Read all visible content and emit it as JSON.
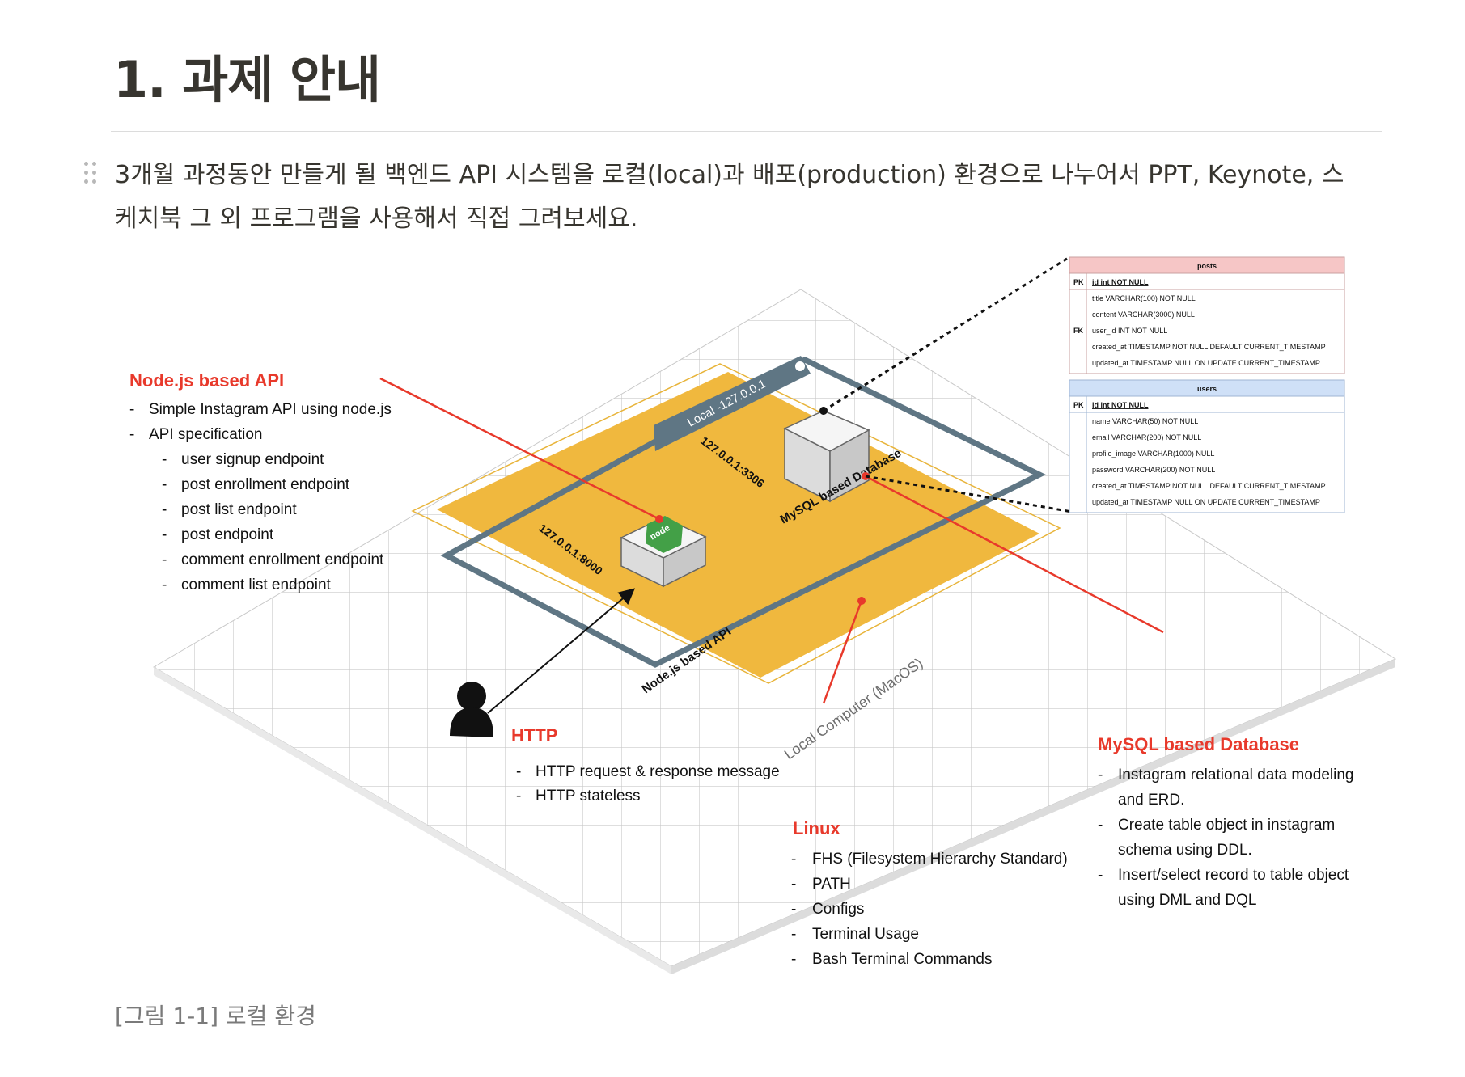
{
  "page": {
    "title": "1. 과제 안내",
    "paragraph": "3개월 과정동안 만들게 될 백엔드 API 시스템을 로컬(local)과 배포(production) 환경으로 나누어서  PPT, Keynote, 스케치북 그 외 프로그램을 사용해서 직접 그려보세요.",
    "caption": "[그림 1-1] 로컬 환경"
  },
  "colors": {
    "accent_red": "#e8392b",
    "orange": "#f0b83e",
    "slate": "#5f7684",
    "posts_header": "#f6c6c6",
    "users_header": "#cfe0f7"
  },
  "figure": {
    "local_label": "Local -127.0.0.1",
    "db_port": "127.0.0.1:3306",
    "api_port": "127.0.0.1:8000",
    "db_cube_label": "MySQL based Database",
    "api_cube_label": "Node.js based API",
    "computer_label": "Local Computer (MacOS)",
    "node_badge": "node",
    "api_section": {
      "title": "Node.js based API",
      "items": [
        "Simple Instagram API using node.js",
        "API specification"
      ],
      "sub_items": [
        "user signup endpoint",
        "post enrollment endpoint",
        "post list endpoint",
        "post endpoint",
        "comment enrollment endpoint",
        "comment list endpoint"
      ]
    },
    "http_section": {
      "title": "HTTP",
      "items": [
        "HTTP request & response message",
        "HTTP stateless"
      ]
    },
    "linux_section": {
      "title": "Linux",
      "items": [
        "FHS (Filesystem Hierarchy Standard)",
        "PATH",
        "Configs",
        "Terminal Usage",
        "Bash Terminal Commands"
      ]
    },
    "mysql_section": {
      "title": "MySQL based Database",
      "items": [
        {
          "l1": "Instagram relational data modeling",
          "l2": "and ERD."
        },
        {
          "l1": "Create table object in instagram",
          "l2": "schema using DDL."
        },
        {
          "l1": "Insert/select record to table object",
          "l2": "using DML and DQL"
        }
      ]
    },
    "bullet": "-",
    "erd": {
      "posts": {
        "name": "posts",
        "pk_tag": "PK",
        "pk_field": "id int NOT NULL",
        "fk_tag": "FK",
        "fields": [
          "title VARCHAR(100) NOT NULL",
          "content VARCHAR(3000) NULL",
          "user_id INT NOT NULL",
          "created_at TIMESTAMP NOT NULL DEFAULT CURRENT_TIMESTAMP",
          "updated_at TIMESTAMP NULL ON UPDATE CURRENT_TIMESTAMP"
        ]
      },
      "users": {
        "name": "users",
        "pk_tag": "PK",
        "pk_field": "id int NOT NULL",
        "fields": [
          "name VARCHAR(50) NOT NULL",
          "email VARCHAR(200) NOT NULL",
          "profile_image VARCHAR(1000) NULL",
          "password VARCHAR(200) NOT NULL",
          "created_at TIMESTAMP NOT NULL DEFAULT CURRENT_TIMESTAMP",
          "updated_at TIMESTAMP NULL ON UPDATE CURRENT_TIMESTAMP"
        ]
      }
    }
  }
}
